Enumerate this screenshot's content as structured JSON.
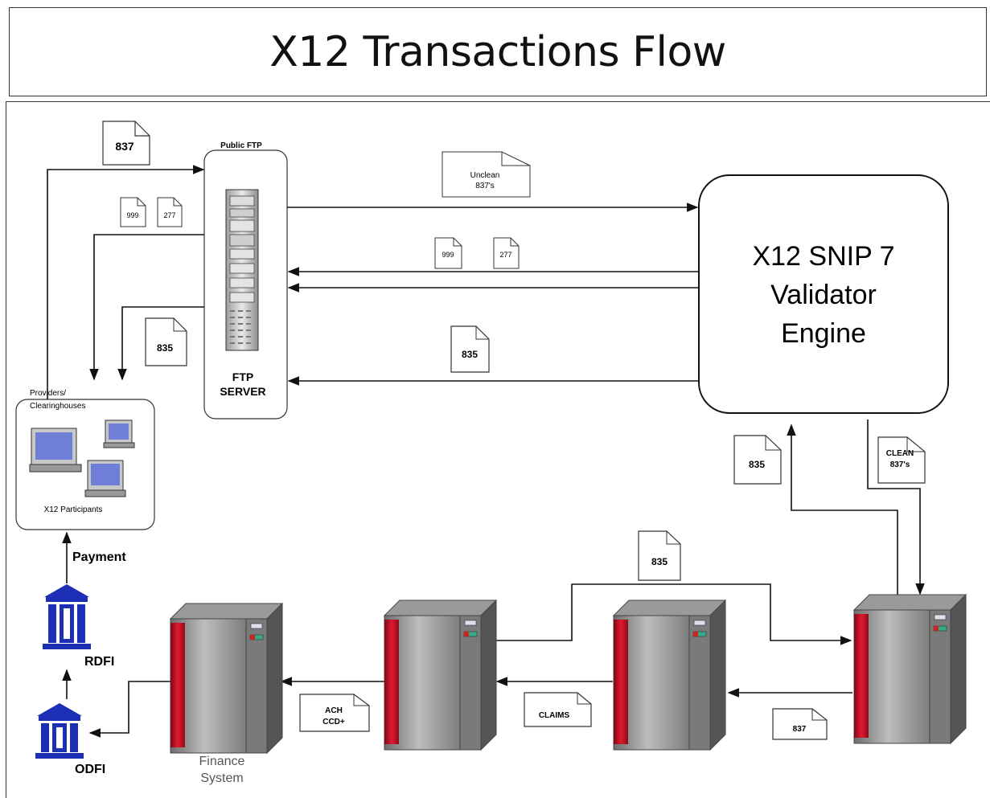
{
  "title": "X12 Transactions Flow",
  "labels": {
    "public_ftp": "Public FTP",
    "ftp_server_1": "FTP",
    "ftp_server_2": "SERVER",
    "validator_1": "X12 SNIP 7",
    "validator_2": "Validator",
    "validator_3": "Engine",
    "providers_1": "Providers/",
    "providers_2": "Clearinghouses",
    "participants": "X12 Participants",
    "payment": "Payment",
    "rdfi": "RDFI",
    "odfi": "ODFI",
    "finance_1": "Finance",
    "finance_2": "System"
  },
  "documents": {
    "doc_837_top": "837",
    "doc_999_left": "999",
    "doc_277_left": "277",
    "doc_unclean_1": "Unclean",
    "doc_unclean_2": "837's",
    "doc_999_mid": "999",
    "doc_277_mid": "277",
    "doc_835_left": "835",
    "doc_835_mid": "835",
    "doc_835_right": "835",
    "doc_clean_1": "CLEAN",
    "doc_clean_2": "837's",
    "doc_835_bottom": "835",
    "doc_ach_1": "ACH",
    "doc_ach_2": "CCD+",
    "doc_claims": "CLAIMS",
    "doc_837_bottom": "837"
  },
  "colors": {
    "server_red": "#c8102e",
    "bank_blue": "#1d2fb5",
    "monitor_screen": "#6f7fd8"
  }
}
